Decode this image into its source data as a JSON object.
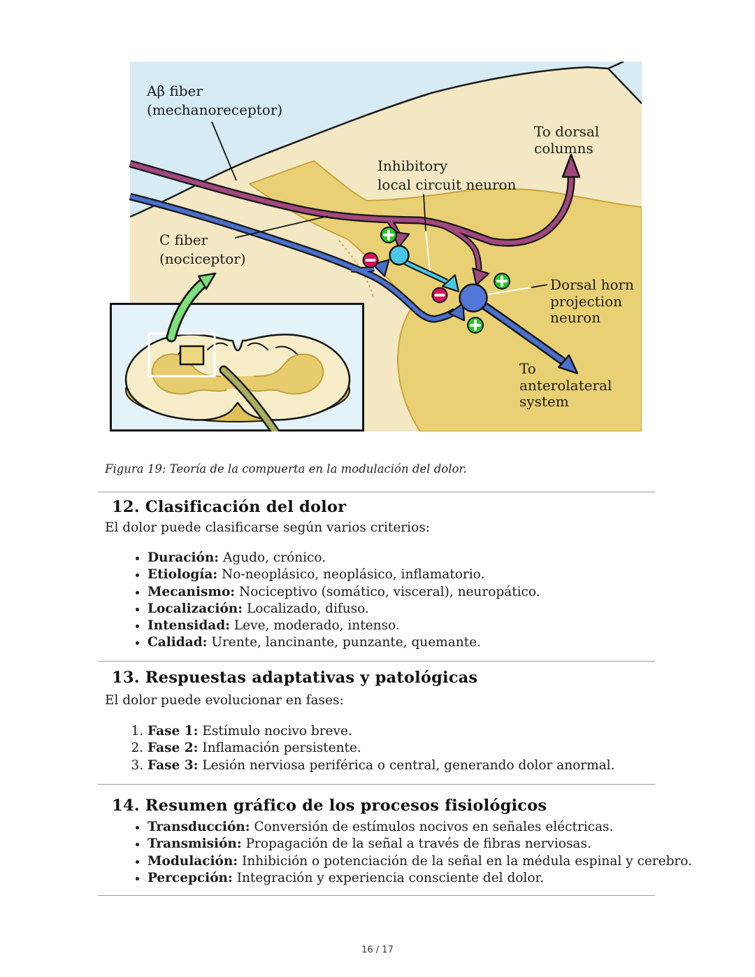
{
  "figure": {
    "labels": {
      "ab1": "Aβ fiber",
      "ab2": "(mechanoreceptor)",
      "cf1": "C fiber",
      "cf2": "(nociceptor)",
      "inh1": "Inhibitory",
      "inh2": "local circuit neuron",
      "tdc1": "To dorsal",
      "tdc2": "columns",
      "dh1": "Dorsal horn",
      "dh2": "projection",
      "dh3": "neuron",
      "tas1": "To",
      "tas2": "anterolateral",
      "tas3": "system"
    },
    "colors": {
      "sky_blue": "#d7ebf5",
      "white_matter_cream": "#f3e8c3",
      "gray_matter_gold": "#e9d074",
      "gold_edge": "#c9a43e",
      "ab_fiber_purple": "#a1497f",
      "c_fiber_blue": "#4a70cc",
      "inhibitory_cyan": "#4ac6e8",
      "projection_blue": "#5377d8",
      "excitatory_green": "#25c829",
      "inhibitory_red": "#d6145c",
      "magnify_arrow_green": "#7ee07c",
      "afferent_olive": "#a9af5e"
    }
  },
  "caption": "Figura 19: Teoría de la compuerta en la modulación del dolor.",
  "sections": {
    "s12": {
      "heading": "12. Clasificación del dolor",
      "intro": "El dolor puede clasificarse según varios criterios:",
      "items": [
        {
          "term": "Duración:",
          "desc": " Agudo, crónico."
        },
        {
          "term": "Etiología:",
          "desc": " No-neoplásico, neoplásico, inflamatorio."
        },
        {
          "term": "Mecanismo:",
          "desc": " Nociceptivo (somático, visceral), neuropático."
        },
        {
          "term": "Localización:",
          "desc": " Localizado, difuso."
        },
        {
          "term": "Intensidad:",
          "desc": " Leve, moderado, intenso."
        },
        {
          "term": "Calidad:",
          "desc": " Urente, lancinante, punzante, quemante."
        }
      ]
    },
    "s13": {
      "heading": "13. Respuestas adaptativas y patológicas",
      "intro": "El dolor puede evolucionar en fases:",
      "items": [
        {
          "term": "Fase 1:",
          "desc": " Estímulo nocivo breve."
        },
        {
          "term": "Fase 2:",
          "desc": " Inflamación persistente."
        },
        {
          "term": "Fase 3:",
          "desc": " Lesión nerviosa periférica o central, generando dolor anormal."
        }
      ]
    },
    "s14": {
      "heading": "14. Resumen gráfico de los procesos fisiológicos",
      "items": [
        {
          "term": "Transducción:",
          "desc": " Conversión de estímulos nocivos en señales eléctricas."
        },
        {
          "term": "Transmisión:",
          "desc": " Propagación de la señal a través de fibras nerviosas."
        },
        {
          "term": "Modulación:",
          "desc": " Inhibición o potenciación de la señal en la médula espinal y cerebro."
        },
        {
          "term": "Percepción:",
          "desc": " Integración y experiencia consciente del dolor."
        }
      ]
    }
  },
  "footer": {
    "page_indicator": "16 / 17"
  }
}
